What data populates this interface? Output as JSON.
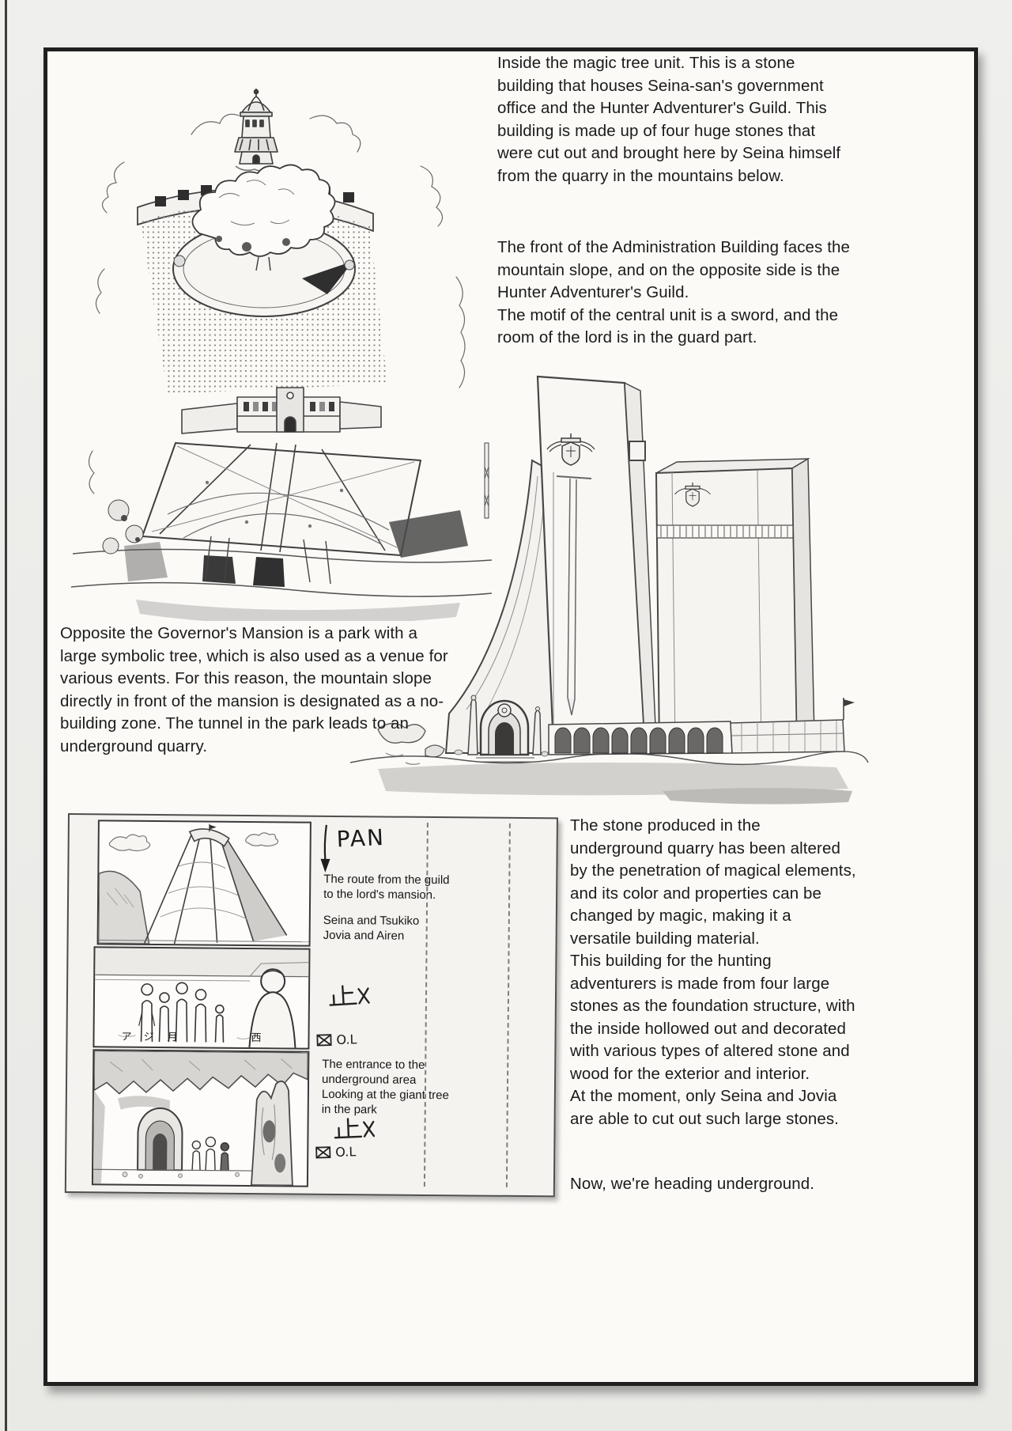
{
  "page": {
    "background_color": "#ebebe9",
    "paper_color": "#fbfaf7",
    "frame_color": "#202020",
    "ink_color": "#1b1b1b"
  },
  "paragraphs": {
    "magic_tree_unit": "Inside the magic tree unit. This is a stone building that houses Seina-san's government office and the Hunter Adventurer's Guild. This building is made up of four huge stones that were cut out and brought here by Seina himself from the quarry in the mountains below.",
    "administration_building": "The front of the Administration Building faces the mountain slope, and on the opposite side is the Hunter Adventurer's Guild.\nThe motif of the central unit is a sword, and the room of the lord is in the guard part.",
    "governors_mansion_park": "Opposite the Governor's Mansion is a park with a large symbolic tree, which is also used as a venue for various events. For this reason, the mountain slope directly in front of the mansion is designated as a no-building zone. The tunnel in the park leads to an underground quarry.",
    "underground_quarry": "The stone produced in the underground quarry has been altered by the penetration of magical elements, and its color and properties can be changed by magic, making it a versatile building material.\nThis building for the hunting adventurers is made from four large stones as the foundation structure, with the inside hollowed out and decorated with various types of altered stone and wood for the exterior and interior.\nAt the moment, only Seina and Jovia are able to cut out such large stones.",
    "heading_underground": "Now, we're heading underground."
  },
  "storyboard": {
    "pan_label": "PAN",
    "note_route": "The route from the guild\nto the lord's mansion.",
    "note_characters": "Seina and Tsukiko\nJovia and Airen",
    "stop_mark_1": "止X",
    "overlap_label_1": "O.L",
    "note_entrance": "The entrance to the\nunderground area\nLooking at the giant tree\nin the park",
    "stop_mark_2": "止X",
    "overlap_label_2": "O.L",
    "panel_labels": [
      "ア",
      "ジ",
      "月",
      "西"
    ]
  }
}
